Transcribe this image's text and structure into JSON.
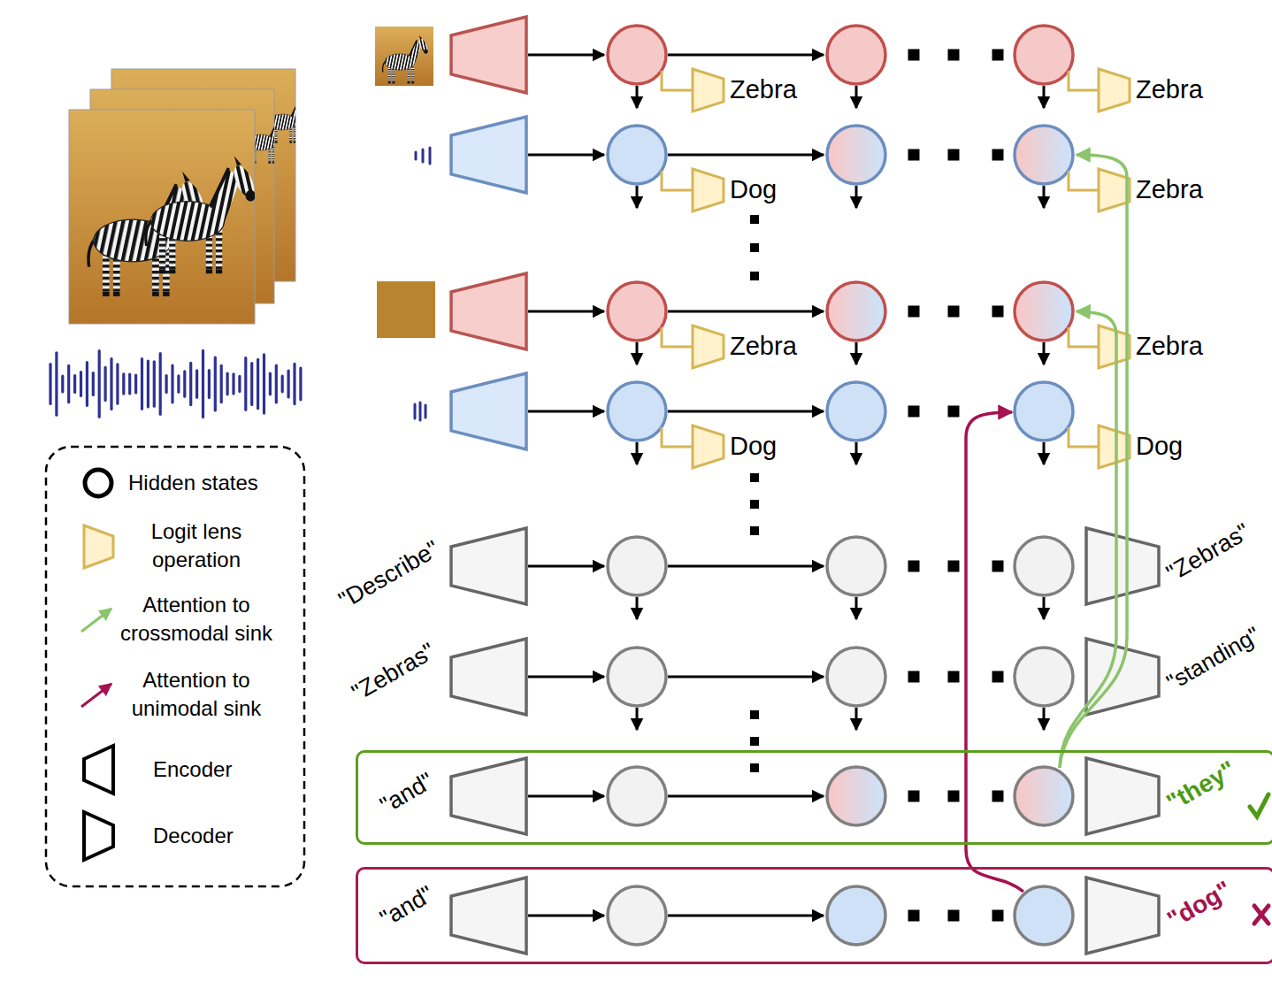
{
  "diagram": {
    "nodes": [
      {
        "text": [
          "\"and\"",
          "\"they\""
        ]
      },
      {
        "text": [
          "\"and\"",
          "\"dog\""
        ]
      }
    ],
    "labels": [
      "Zebra",
      "Zebra",
      "Dog",
      "Zebra",
      "Zebra",
      "Zebra",
      "Dog",
      "Dog",
      "\"Describe\"",
      "\"Zebras\"",
      "\"Zebras\"",
      "\"standing\""
    ],
    "legend": [
      {
        "text": "Hidden states"
      },
      {
        "text": "Logit lens operation"
      },
      {
        "text": "Attention to crossmodal sink"
      },
      {
        "text": "Attention to unimodal sink"
      },
      {
        "text": "Encoder"
      },
      {
        "text": "Decoder"
      }
    ]
  }
}
